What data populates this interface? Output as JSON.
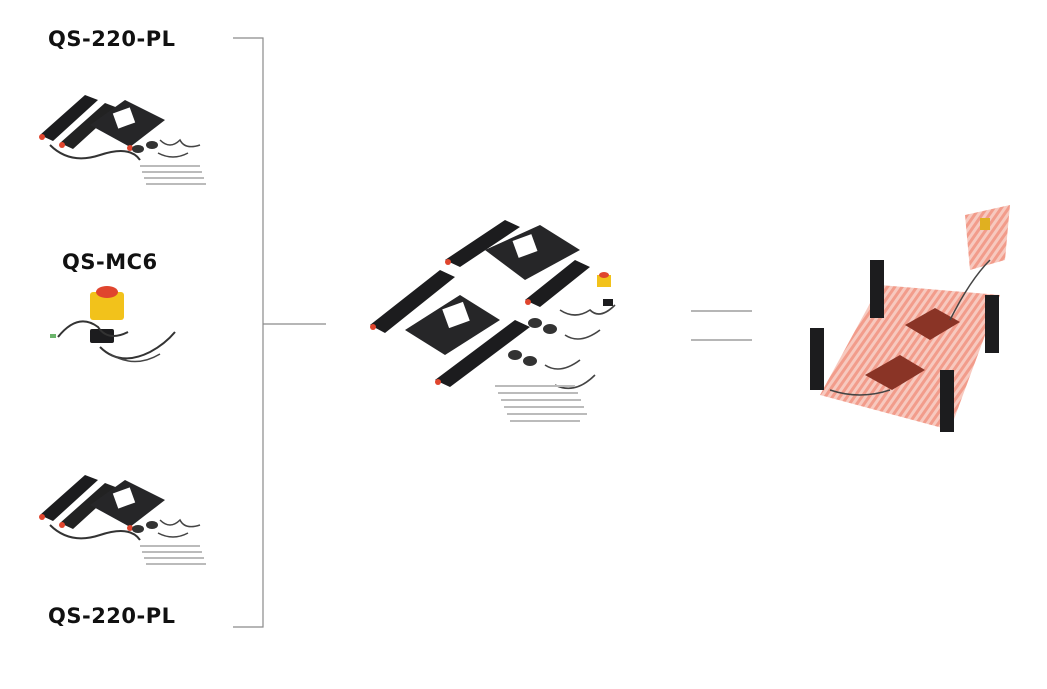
{
  "products": {
    "top_label": "QS-220-PL",
    "middle_label": "QS-MC6",
    "bottom_label": "QS-220-PL"
  },
  "colors": {
    "device_body": "#1c1c1e",
    "accent_red": "#e0452e",
    "safety_zone": "#f08a76",
    "estop_yellow": "#f2c21b",
    "connector_line": "#8a8a8a"
  }
}
